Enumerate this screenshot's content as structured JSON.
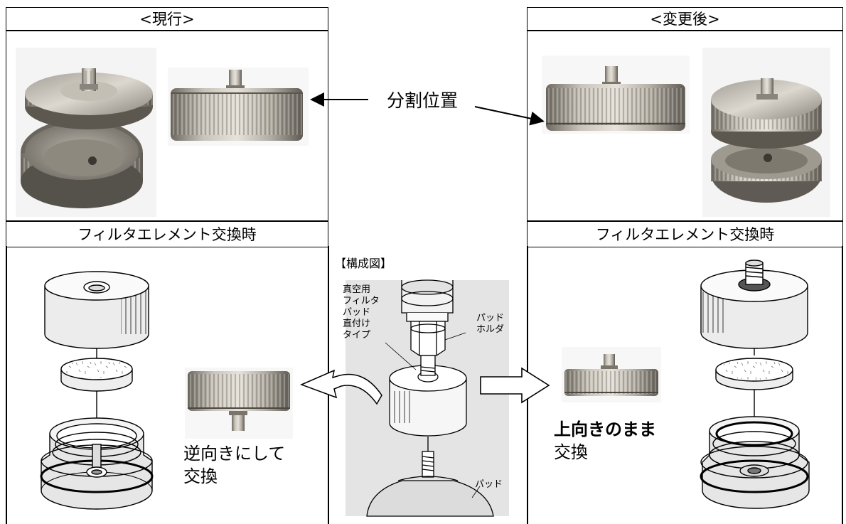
{
  "left_panel": {
    "header": "<現行>",
    "subheader": "フィルタエレメント交換時",
    "note_line1": "逆向きにして",
    "note_line2": "交換"
  },
  "right_panel": {
    "header": "<変更後>",
    "subheader": "フィルタエレメント交換時",
    "note_bold": "上向きのまま",
    "note_line2": "交換"
  },
  "split_label": "分割位置",
  "diagram": {
    "title": "【構成図】",
    "label_filter": [
      "真空用",
      "フィルタ",
      "パッド",
      "直付け",
      "タイプ"
    ],
    "label_holder": [
      "パッド",
      "ホルダ"
    ],
    "label_pad": "パッド"
  },
  "colors": {
    "metal_light": "#cfcac0",
    "metal_dark": "#7d786f",
    "diagram_bg": "#e4e4e4",
    "line": "#000000"
  }
}
